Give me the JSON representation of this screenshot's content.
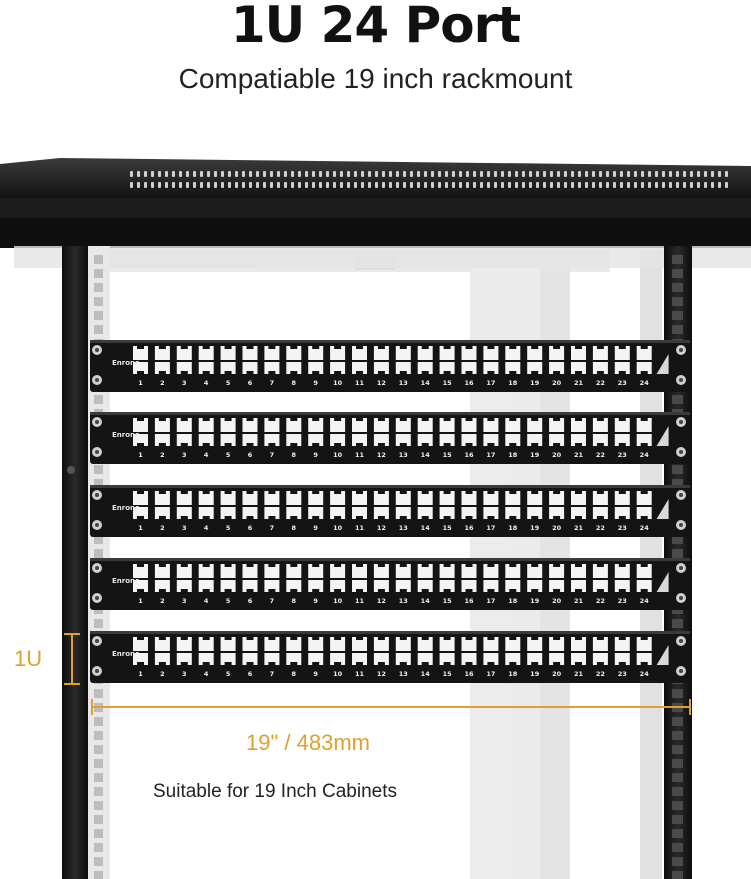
{
  "header": {
    "title": "1U 24 Port",
    "subtitle": "Compatiable 19 inch rackmount"
  },
  "panel": {
    "brand": "Enrone",
    "ports": [
      "1",
      "2",
      "3",
      "4",
      "5",
      "6",
      "7",
      "8",
      "9",
      "10",
      "11",
      "12",
      "13",
      "14",
      "15",
      "16",
      "17",
      "18",
      "19",
      "20",
      "21",
      "22",
      "23",
      "24"
    ],
    "count": 5
  },
  "dimensions": {
    "height_label": "1U",
    "width_label": "19\" / 483mm"
  },
  "caption": "Suitable for 19 Inch Cabinets",
  "colors": {
    "accent": "#e0a030",
    "rack": "#1a1a1a",
    "panel": "#141414"
  }
}
